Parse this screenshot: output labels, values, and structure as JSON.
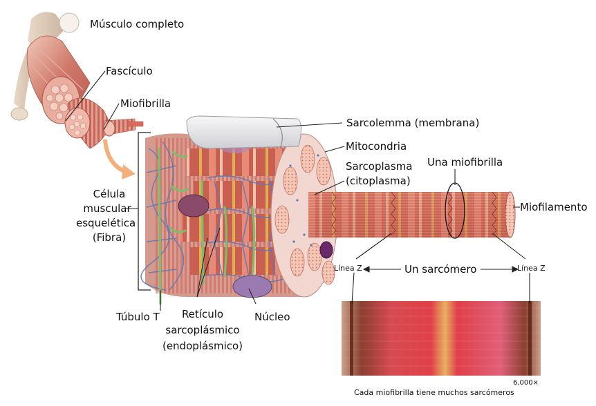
{
  "labels": {
    "musculo": "Músculo completo",
    "fasciculo": "Fascículo",
    "miofibrilla": "Miofibrilla",
    "sarcolemma": "Sarcolemma (membrana)",
    "mitocondria": "Mitocondria",
    "sarcoplasma_1": "Sarcoplasma",
    "sarcoplasma_2": "(citoplasma)",
    "una_miofibrilla": "Una miofibrilla",
    "miofilamento": "Miofilamento",
    "celula_1": "Célula",
    "celula_2": "muscular",
    "celula_3": "esquelética",
    "celula_4": "(Fibra)",
    "linea_z_left": "Línea Z",
    "sarcomero": "Un sarcómero",
    "linea_z_right": "Línea Z",
    "tubulo": "Túbulo T",
    "reticulo_1": "Retículo",
    "reticulo_2": "sarcoplásmico",
    "reticulo_3": "(endoplásmico)",
    "nucleo": "Núcleo",
    "magnification": "6,000×",
    "caption": "Cada miofibrilla tiene muchos sarcómeros"
  },
  "colors": {
    "muscle_red": "#c9645a",
    "muscle_light": "#e9b3a4",
    "network_blue": "#5d78b8",
    "t_tubule_green": "#7cbf6a",
    "nucleus_purple": "#8a6a9a",
    "band_yellow": "#e0b050",
    "arrow_orange": "#f0a060",
    "micrograph_red": "#d23c4a"
  }
}
